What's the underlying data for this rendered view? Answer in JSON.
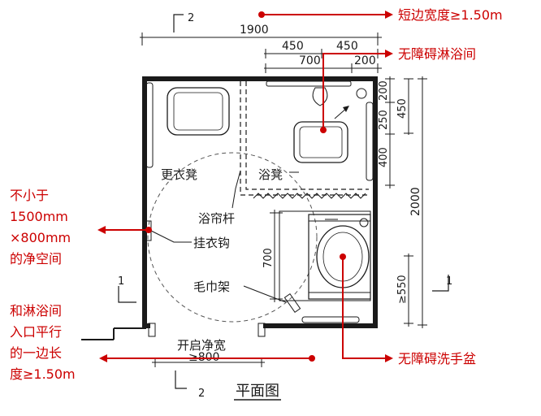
{
  "annotations": {
    "short_side_width": "短边宽度≥1.50m",
    "accessible_shower": "无障碍淋浴间",
    "clear_space": [
      "不小于",
      "1500mm",
      "×800mm",
      "的净空间"
    ],
    "entrance_side": [
      "和淋浴间",
      "入口平行",
      "的一边长",
      "度≥1.50m"
    ],
    "accessible_basin": "无障碍洗手盆"
  },
  "drawing": {
    "title": "平面图",
    "section_top": "2",
    "section_bottom": "2",
    "section_left": "1",
    "section_right": "1",
    "dims": {
      "overall_width": "1900",
      "half_a": "450",
      "half_b": "450",
      "d700": "700",
      "d200": "200",
      "v200": "200",
      "v250": "250",
      "v400": "400",
      "v450": "450",
      "v2000": "2000",
      "v700": "700",
      "v550": "≥550"
    },
    "labels": {
      "dressing_stool": "更衣凳",
      "bath_stool": "浴凳",
      "curtain_rod": "浴帘杆",
      "coat_hook": "挂衣钩",
      "towel_rack": "毛巾架",
      "door_clear_width": "开启净宽",
      "door_clear_value": "≥800"
    }
  },
  "colors": {
    "annotation": "#cc0000",
    "drawing": "#1a1a1a"
  }
}
